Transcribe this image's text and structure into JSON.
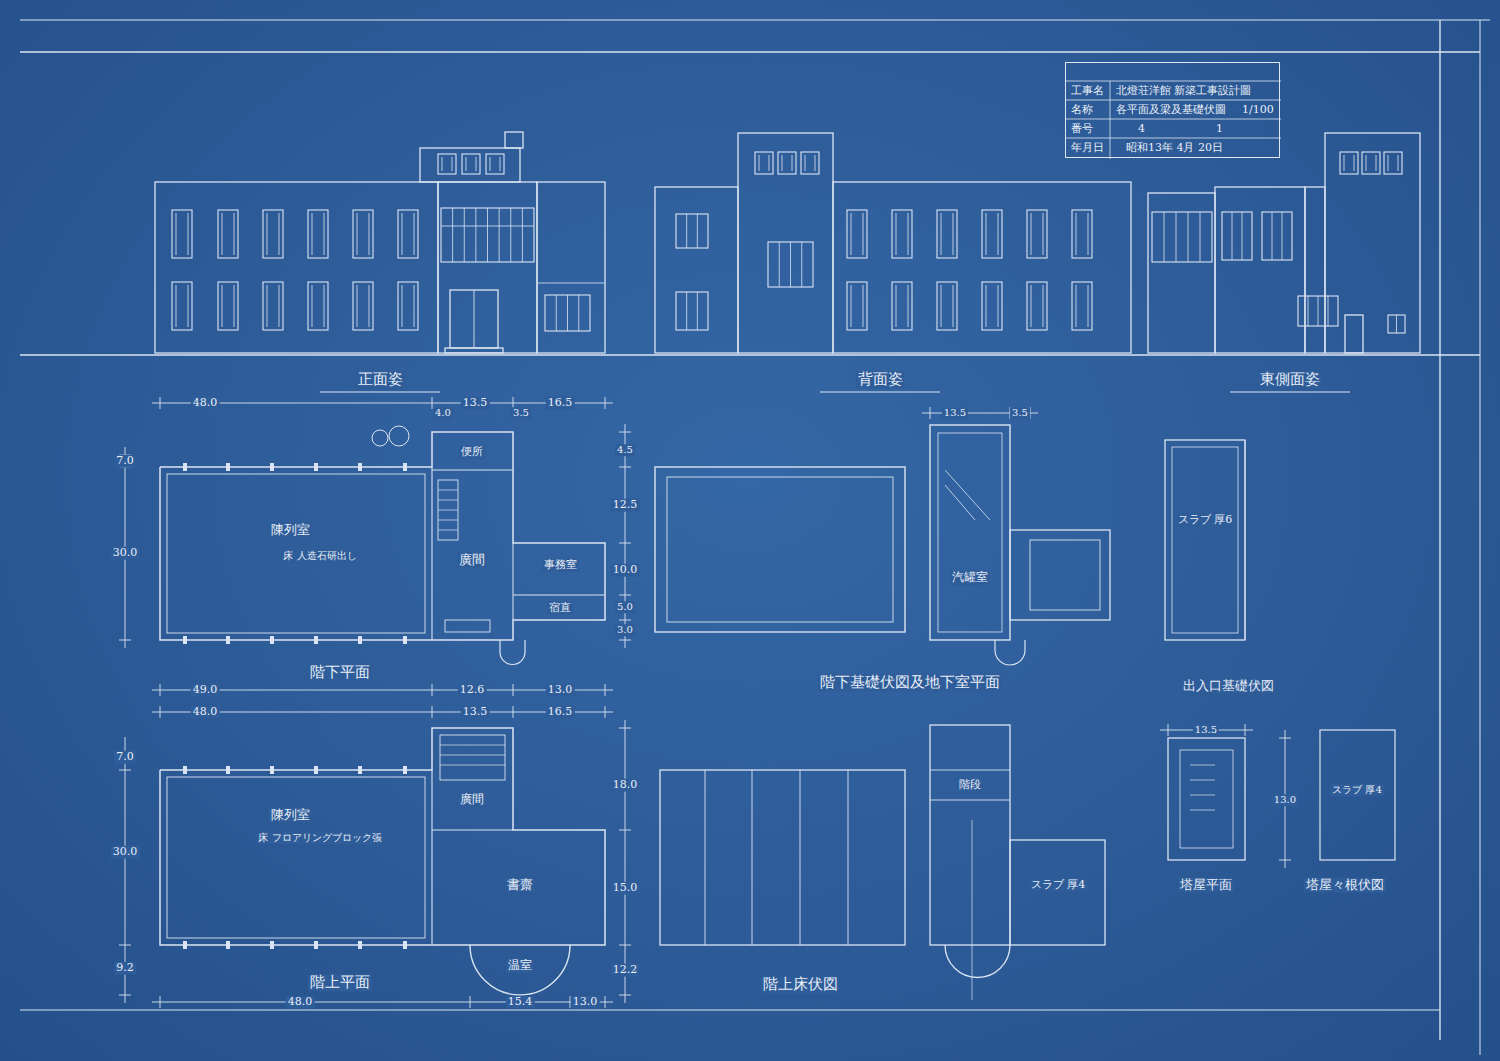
{
  "diagram": {
    "nodes": [
      {
        "text": [
          "工事名",
          "北燈荘洋館 新築工事設計圖",
          "名称",
          "各平面及梁及基礎伏圖",
          "1/100",
          "番号",
          "4",
          "1",
          "年月日",
          "昭和13年 4月 20日"
        ]
      }
    ],
    "labels": [
      "正面姿",
      "背面姿",
      "東側面姿",
      "48.0",
      "13.5",
      "16.5",
      "4.0",
      "3.5",
      "7.0",
      "30.0",
      "4.5",
      "12.5",
      "10.0",
      "5.0",
      "3.0",
      "陳列室",
      "床 人造石研出し",
      "便所",
      "廣間",
      "事務室",
      "宿直",
      "階下平面",
      "49.0",
      "12.6",
      "13.0",
      "13.5",
      "3.5",
      "汽罐室",
      "階下基礎伏図及地下室平面",
      "スラブ 厚6",
      "出入口基礎伏図",
      "48.0",
      "13.5",
      "16.5",
      "7.0",
      "30.0",
      "9.2",
      "陳列室",
      "床 フロアリングブロック張",
      "廣間",
      "書齋",
      "温室",
      "階上平面",
      "48.0",
      "15.4",
      "13.0",
      "18.0",
      "15.0",
      "12.2",
      "階上床伏図",
      "階段",
      "スラブ 厚4",
      "塔屋平面",
      "塔屋々根伏図",
      "スラブ 厚4",
      "13.5",
      "13.0"
    ]
  }
}
